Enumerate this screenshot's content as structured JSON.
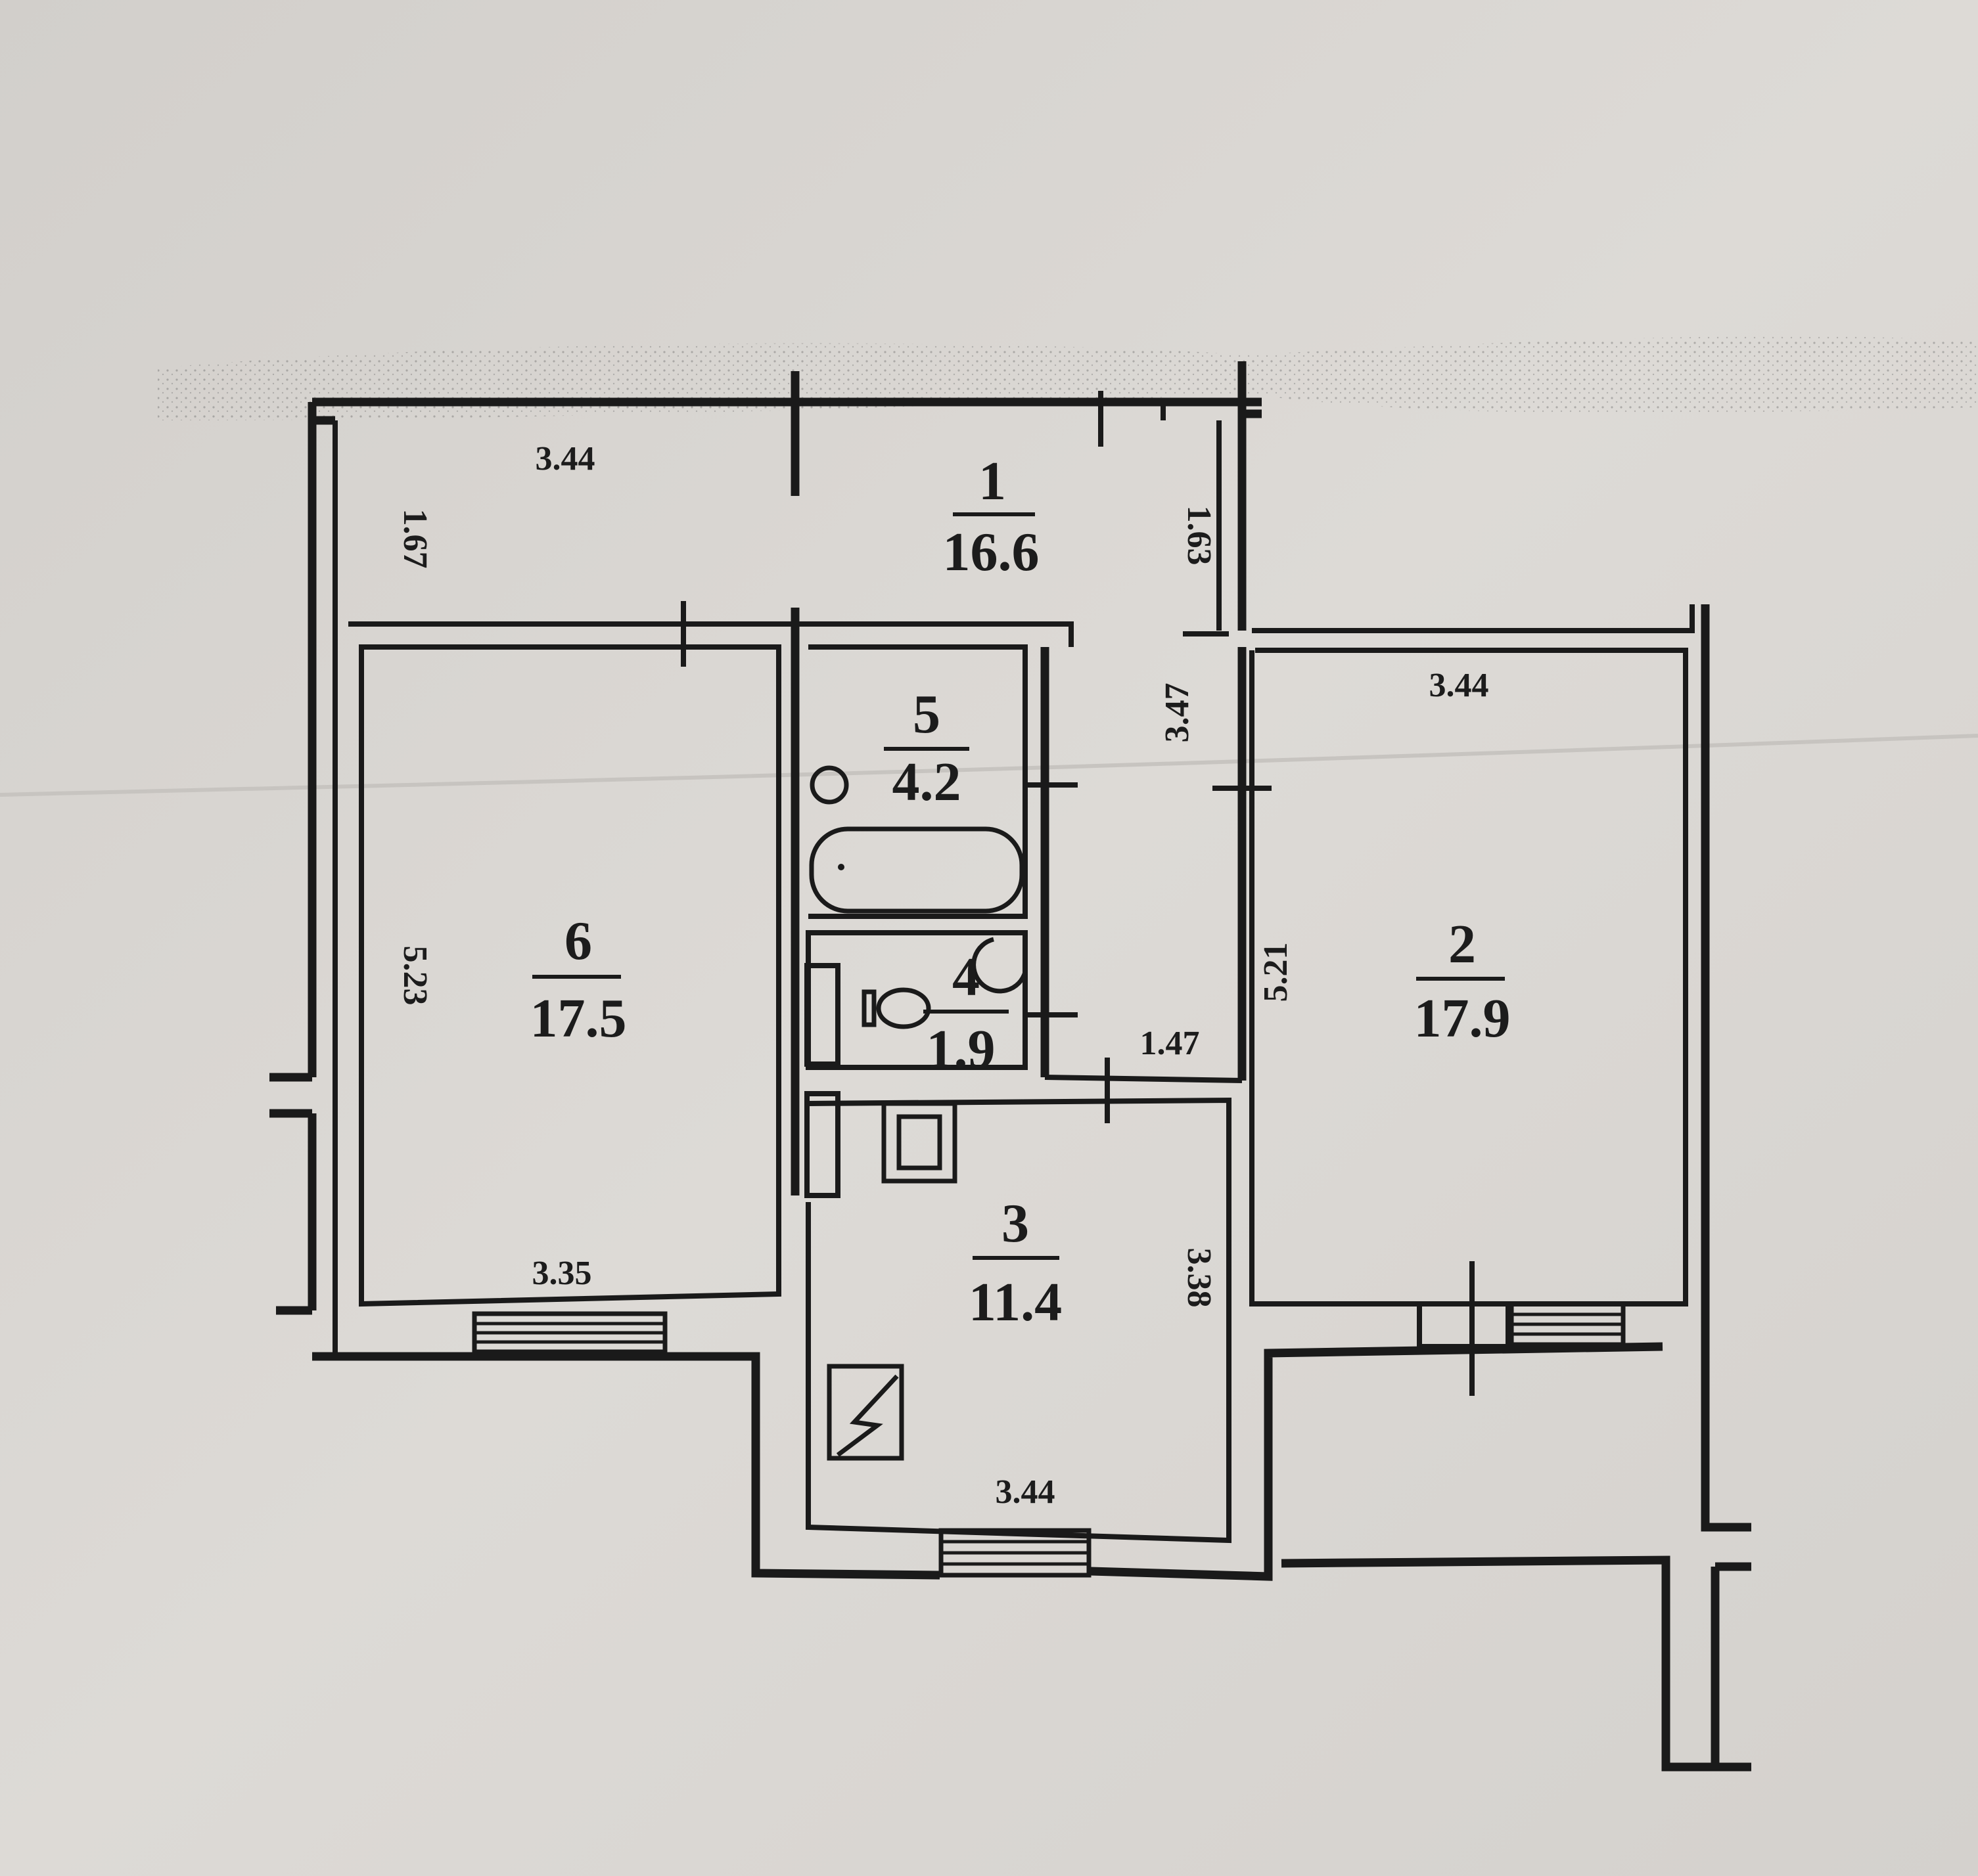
{
  "rooms": [
    {
      "id": "1",
      "number": "1",
      "area": "16.6"
    },
    {
      "id": "2",
      "number": "2",
      "area": "17.9"
    },
    {
      "id": "3",
      "number": "3",
      "area": "11.4"
    },
    {
      "id": "4",
      "number": "4",
      "area": "1.9"
    },
    {
      "id": "5",
      "number": "5",
      "area": "4.2"
    },
    {
      "id": "6",
      "number": "6",
      "area": "17.5"
    }
  ],
  "dimensions": {
    "hall_top_width": "3.44",
    "hall_left_height": "1.67",
    "hall_right_height": "1.63",
    "corridor_height": "3.47",
    "room2_top_width": "3.44",
    "room2_height": "5.21",
    "room6_height": "5.23",
    "room6_bottom_width": "3.35",
    "corridor_width": "1.47",
    "kitchen_height": "3.38",
    "kitchen_bottom_width": "3.44"
  },
  "colors": {
    "paper": "#d9d6d2",
    "ink": "#1a1a1a"
  }
}
